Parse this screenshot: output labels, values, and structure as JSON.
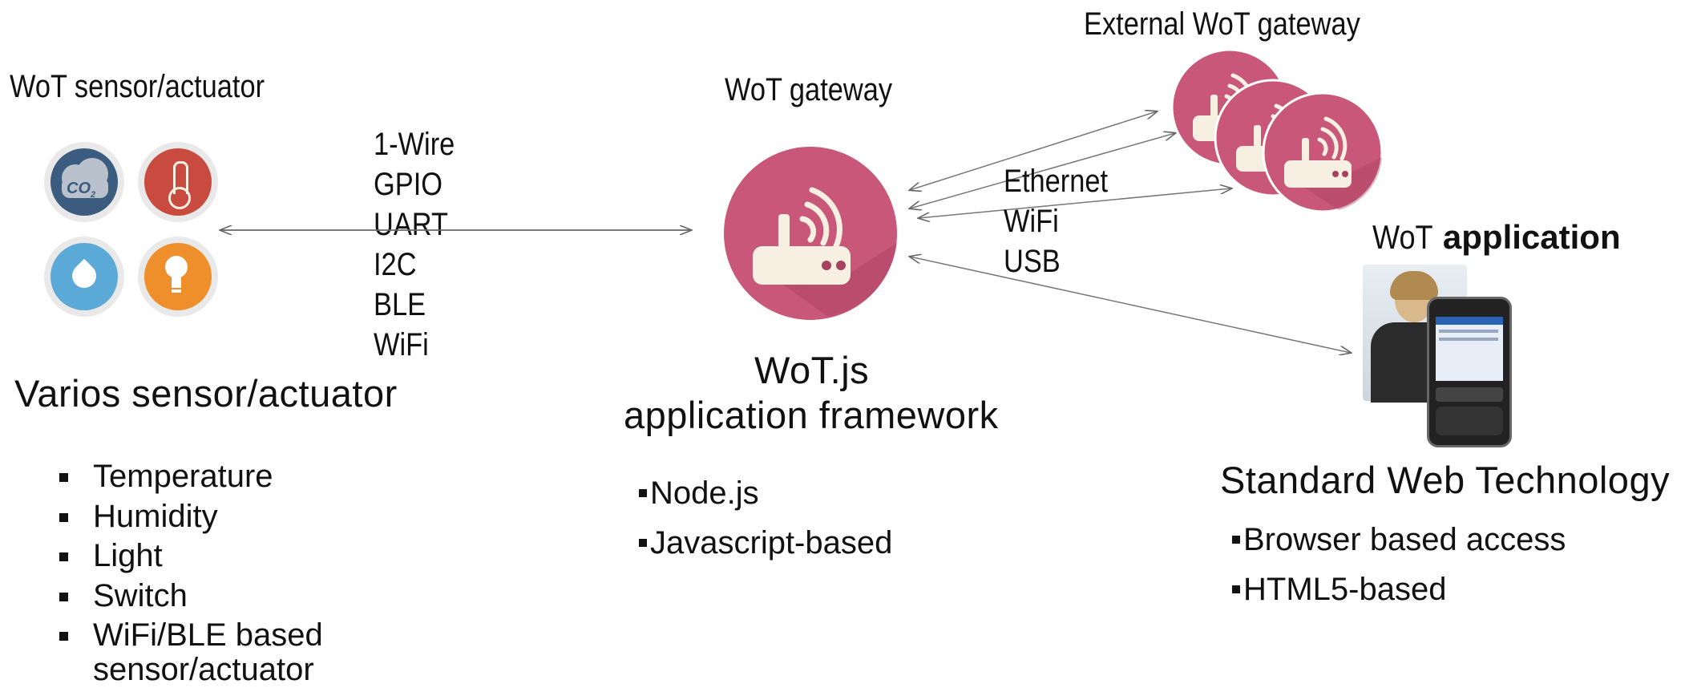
{
  "sensor": {
    "title": "WoT sensor/actuator",
    "subtitle": "Varios sensor/actuator",
    "items": [
      "Temperature",
      "Humidity",
      "Light",
      "Switch",
      "WiFi/BLE based",
      "sensor/actuator"
    ],
    "icons": [
      "co2-icon",
      "thermometer-icon",
      "water-drop-icon",
      "light-bulb-icon"
    ],
    "co2_label": "CO",
    "co2_sub": "2"
  },
  "protocols": [
    "1-Wire",
    "GPIO",
    "UART",
    "I2C",
    "BLE",
    "WiFi"
  ],
  "gateway": {
    "title": "WoT gateway",
    "framework_line1": "WoT.js",
    "framework_line2": "application framework",
    "items": [
      "Node.js",
      "Javascript-based"
    ]
  },
  "external": {
    "title": "External WoT gateway"
  },
  "network": [
    "Ethernet",
    "WiFi",
    "USB"
  ],
  "application": {
    "title_prefix": "WoT ",
    "title_bold": "application",
    "subtitle": "Standard Web Technology",
    "items": [
      "Browser based access",
      "HTML5-based"
    ]
  },
  "colors": {
    "router": "#c9577a",
    "router_shadow": "#a8405f",
    "router_glyph": "#f6efe2",
    "co2_bg": "#3b5c7e",
    "thermo_bg": "#c94b3f",
    "drop_bg": "#5aa9d6",
    "bulb_bg": "#ef8f2c",
    "arrow": "#666666"
  }
}
